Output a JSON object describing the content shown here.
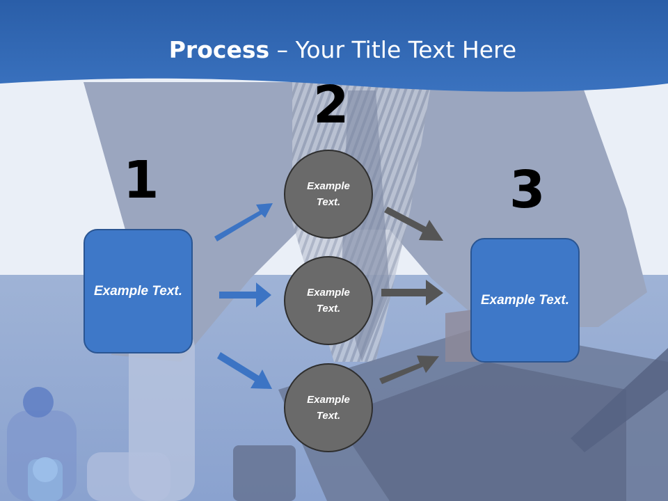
{
  "title": {
    "bold": "Process",
    "rest": " – Your Title Text Here"
  },
  "steps": [
    {
      "number": "1",
      "box_text": "Example Text."
    },
    {
      "number": "2",
      "circle_texts": [
        "Example Text.",
        "Example Text.",
        "Example Text."
      ]
    },
    {
      "number": "3",
      "box_text": "Example Text."
    }
  ],
  "colors": {
    "header_blue": "#2a5ea8",
    "box_blue": "#3e78c8",
    "circle_gray": "#6a6a6a",
    "arrow_blue": "#3c74c4",
    "arrow_gray": "#555555"
  }
}
